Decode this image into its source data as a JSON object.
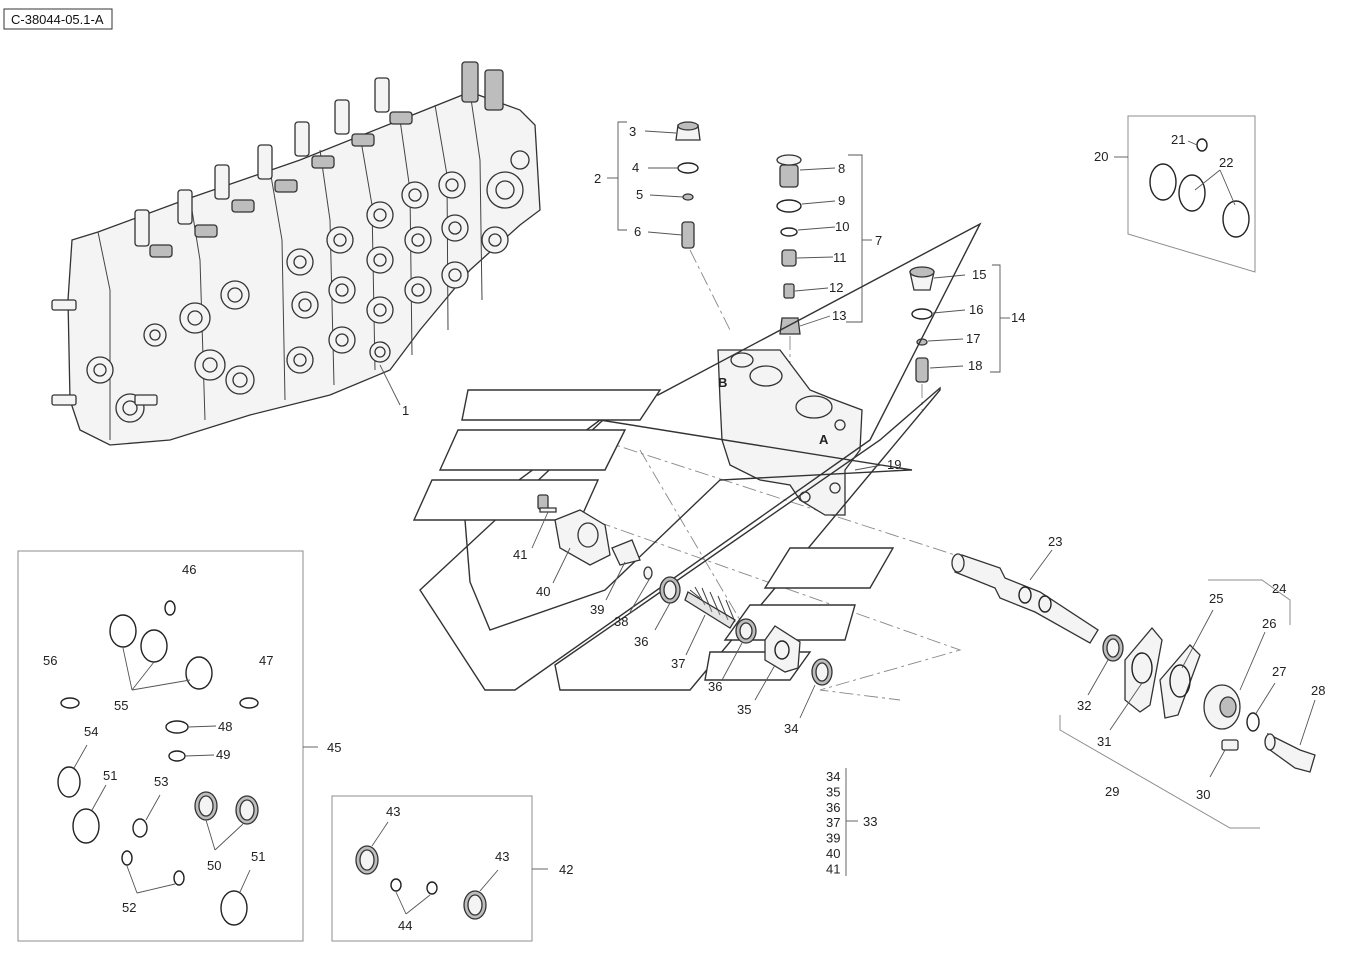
{
  "ref_code": "C-38044-05.1-A",
  "labels": {
    "n1": "1",
    "n2": "2",
    "n3": "3",
    "n4": "4",
    "n5": "5",
    "n6": "6",
    "n7": "7",
    "n8": "8",
    "n9": "9",
    "n10": "10",
    "n11": "11",
    "n12": "12",
    "n13": "13",
    "n14": "14",
    "n15": "15",
    "n16": "16",
    "n17": "17",
    "n18": "18",
    "n19": "19",
    "n20": "20",
    "n21": "21",
    "n22": "22",
    "n23": "23",
    "n24": "24",
    "n25": "25",
    "n26": "26",
    "n27": "27",
    "n28": "28",
    "n29": "29",
    "n30": "30",
    "n31": "31",
    "n32": "32",
    "n33": "33",
    "n34": "34",
    "n35": "35",
    "n36a": "36",
    "n36b": "36",
    "n37": "37",
    "n38": "38",
    "n39": "39",
    "n40": "40",
    "n41": "41",
    "n42": "42",
    "n43a": "43",
    "n43b": "43",
    "n44": "44",
    "n45": "45",
    "n46": "46",
    "n47": "47",
    "n48": "48",
    "n49": "49",
    "n50": "50",
    "n51a": "51",
    "n51b": "51",
    "n52": "52",
    "n53": "53",
    "n54": "54",
    "n55": "55",
    "n56": "56"
  },
  "kit_33_list": [
    "34",
    "35",
    "36",
    "37",
    "39",
    "40",
    "41"
  ],
  "port_letters": {
    "a": "A",
    "b": "B"
  }
}
